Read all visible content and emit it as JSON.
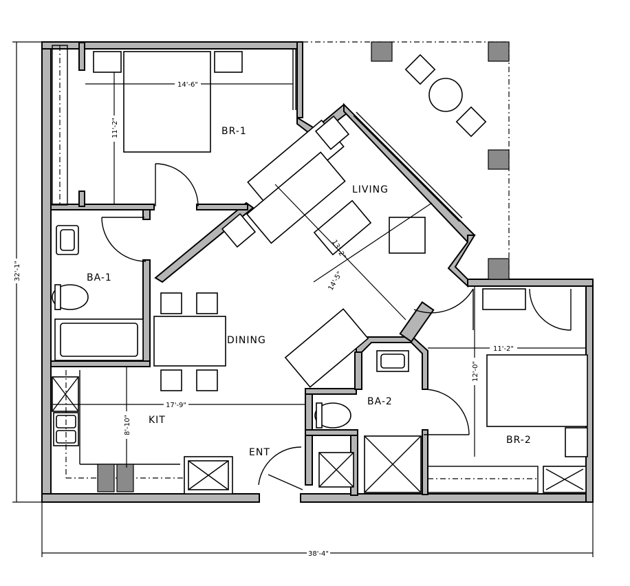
{
  "rooms": {
    "br1": "BR-1",
    "living": "LIVING",
    "ba1": "BA-1",
    "dining": "DINING",
    "ba2": "BA-2",
    "kit": "KIT",
    "br2": "BR-2",
    "ent": "ENT"
  },
  "dimensions": {
    "br1_width": "14'-6\"",
    "br1_depth": "11'-2\"",
    "living_a": "13'-2\"",
    "living_b": "14'-5\"",
    "br2_width": "11'-2\"",
    "br2_depth": "12'-0\"",
    "kitchen_width": "17'-9\"",
    "kitchen_depth": "8'-10\"",
    "overall_height": "32'-1\"",
    "overall_width": "38'-4\""
  }
}
